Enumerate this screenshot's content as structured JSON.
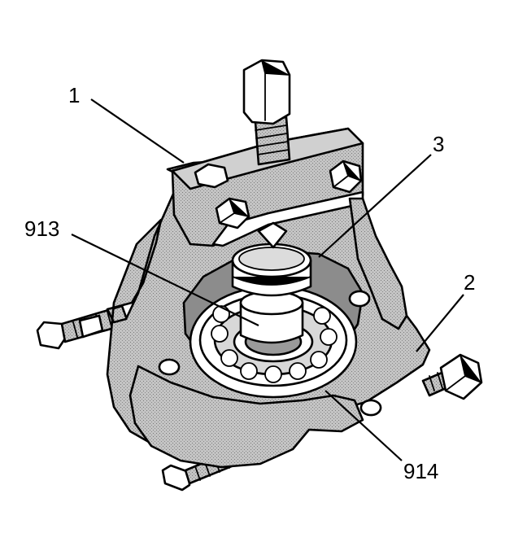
{
  "callouts": {
    "c1": "1",
    "c2": "2",
    "c3": "3",
    "c913": "913",
    "c914": "914"
  },
  "colors": {
    "ink": "#000000",
    "shade": "#bdbdbd",
    "background": "#ffffff"
  },
  "icons": {
    "puller": "bearing-puller-illustration"
  }
}
